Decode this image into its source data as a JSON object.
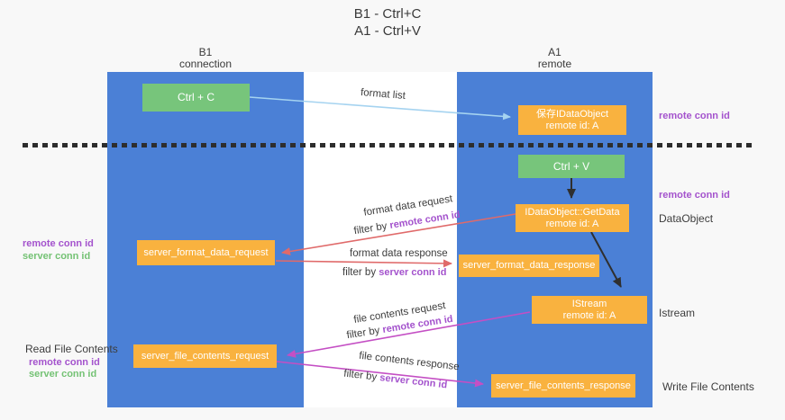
{
  "title": {
    "line1": "B1 - Ctrl+C",
    "line2": "A1 - Ctrl+V"
  },
  "left_column": {
    "header1": "B1",
    "header2": "connection"
  },
  "right_column": {
    "header1": "A1",
    "header2": "remote"
  },
  "boxes": {
    "ctrl_c": "Ctrl + C",
    "ctrl_v": "Ctrl + V",
    "save_idataobject": {
      "line1": "保存IDataObject",
      "line2": "remote id: A"
    },
    "getdata": {
      "line1": "IDataObject::GetData",
      "line2": "remote id: A"
    },
    "istream": {
      "line1": "IStream",
      "line2": "remote id: A"
    },
    "server_format_data_request": "server_format_data_request",
    "server_format_data_response": "server_format_data_response",
    "server_file_contents_request": "server_file_contents_request",
    "server_file_contents_response": "server_file_contents_response"
  },
  "flow_labels": {
    "format_list": "format list",
    "format_data_request": "format data request",
    "format_data_response": "format data response",
    "file_contents_request": "file contents request",
    "file_contents_response": "file contents response",
    "filter_by": "filter by ",
    "remote_conn_id": "remote conn id",
    "server_conn_id": "server conn id"
  },
  "side_labels": {
    "remote_conn_id": "remote conn id",
    "server_conn_id": "server conn id",
    "dataobject": "DataObject",
    "istream": "Istream",
    "read_file_contents": "Read File Contents",
    "write_file_contents": "Write File Contents"
  },
  "colors": {
    "column_blue": "#4b80d6",
    "box_green": "#77c57b",
    "box_orange": "#f9b23f",
    "arrow_lightblue": "#a5d3f0",
    "arrow_red": "#e06a6a",
    "arrow_magenta": "#c44fc4",
    "arrow_black": "#2f2f2f",
    "text_purple": "#a453cd",
    "text_green": "#74c274"
  }
}
